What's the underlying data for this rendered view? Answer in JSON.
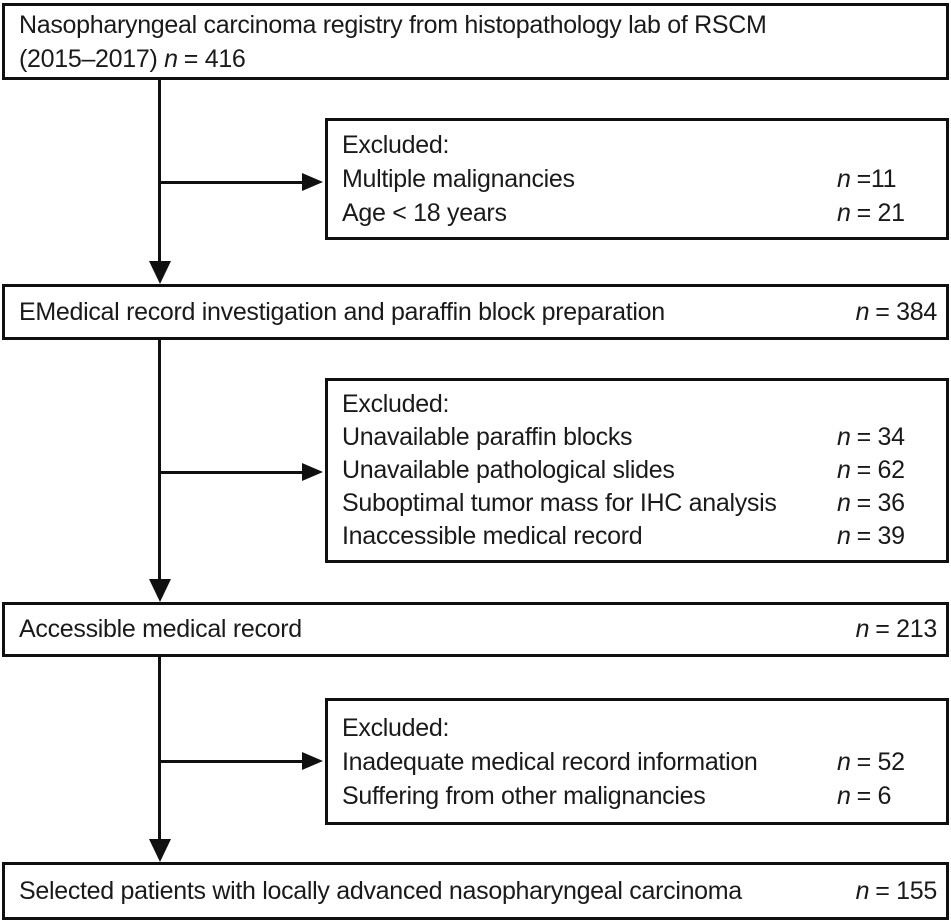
{
  "flowchart": {
    "top_box": {
      "line1": "Nasopharyngeal carcinoma registry from histopathology lab of RSCM",
      "line2_prefix": "(2015–2017)",
      "n_symbol": "n",
      "n_value": "= 416"
    },
    "medical_record_box": {
      "label": "EMedical record investigation and paraffin block preparation",
      "n_symbol": "n",
      "n_value": "= 384"
    },
    "accessible_box": {
      "label": "Accessible medical record",
      "n_symbol": "n",
      "n_value": "= 213"
    },
    "selected_box": {
      "label": "Selected patients with locally advanced nasopharyngeal carcinoma",
      "n_symbol": "n",
      "n_value": "= 155"
    },
    "excluded_box_1": {
      "title": "Excluded:",
      "items": [
        {
          "label": "Multiple malignancies",
          "n_symbol": "n",
          "value": "=11"
        },
        {
          "label": "Age < 18 years",
          "n_symbol": "n",
          "value": "= 21"
        }
      ]
    },
    "excluded_box_2": {
      "title": "Excluded:",
      "items": [
        {
          "label": "Unavailable paraffin blocks",
          "n_symbol": "n",
          "value": "= 34"
        },
        {
          "label": "Unavailable pathological slides",
          "n_symbol": "n",
          "value": "= 62"
        },
        {
          "label": "Suboptimal tumor mass for IHC analysis",
          "n_symbol": "n",
          "value": "= 36"
        },
        {
          "label": "Inaccessible medical record",
          "n_symbol": "n",
          "value": "= 39"
        }
      ]
    },
    "excluded_box_3": {
      "title": "Excluded:",
      "items": [
        {
          "label": "Inadequate medical record information",
          "n_symbol": "n",
          "value": "= 52"
        },
        {
          "label": "Suffering from other malignancies",
          "n_symbol": "n",
          "value": "= 6"
        }
      ]
    },
    "colors": {
      "border": "#101010",
      "text": "#1a1a1a",
      "background": "#ffffff"
    }
  }
}
